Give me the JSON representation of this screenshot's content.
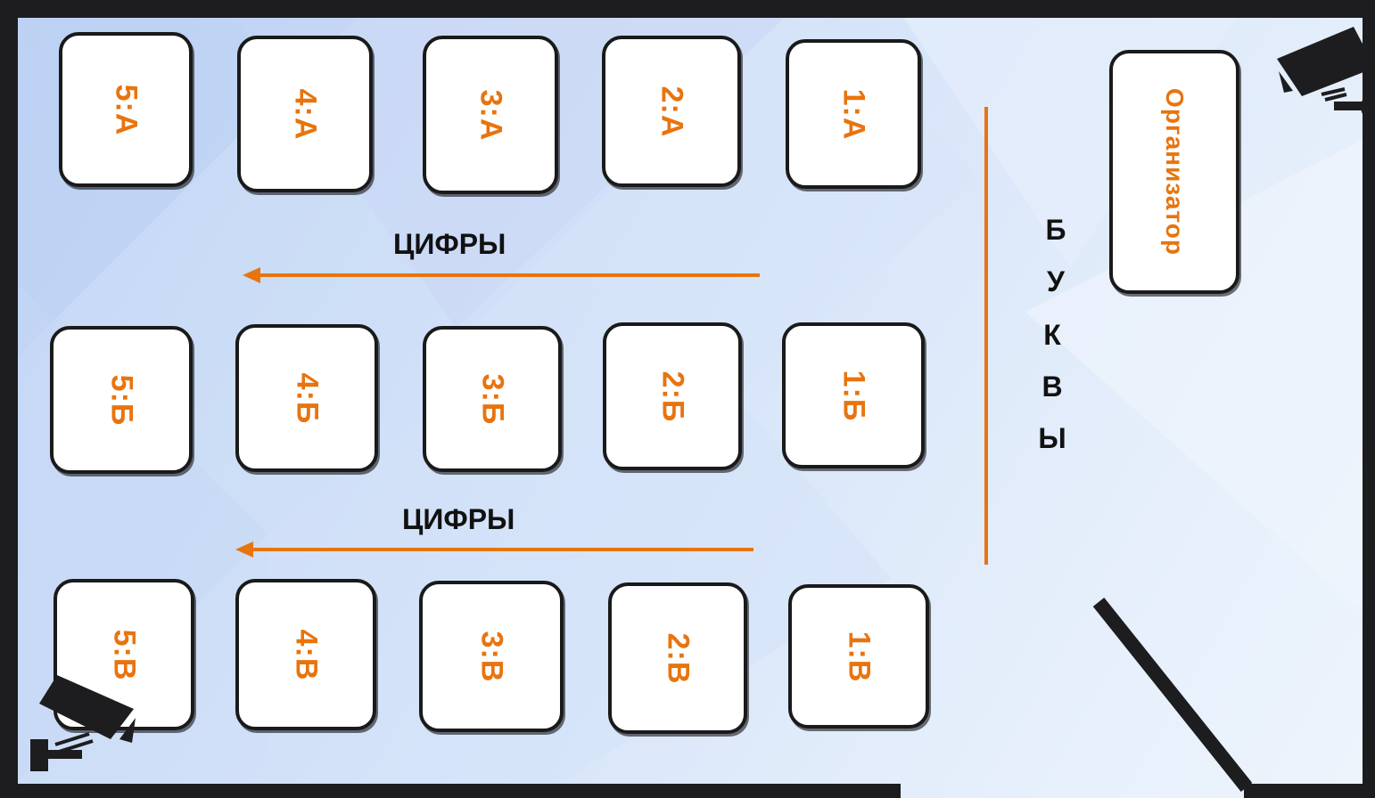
{
  "colors": {
    "accent": "#e8740e",
    "wall": "#1d1d1f",
    "desk_border": "#1a1a1a",
    "text": "#111111"
  },
  "rows": {
    "a": [
      "5:А",
      "4:А",
      "3:А",
      "2:А",
      "1:А"
    ],
    "b": [
      "5:Б",
      "4:Б",
      "3:Б",
      "2:Б",
      "1:Б"
    ],
    "c": [
      "5:В",
      "4:В",
      "3:В",
      "2:В",
      "1:В"
    ]
  },
  "organizer": "Организатор",
  "digits_label_1": "ЦИФРЫ",
  "digits_label_2": "ЦИФРЫ",
  "letters": [
    "Б",
    "У",
    "К",
    "В",
    "Ы"
  ],
  "icons": [
    "camera-icon",
    "camera-icon"
  ]
}
